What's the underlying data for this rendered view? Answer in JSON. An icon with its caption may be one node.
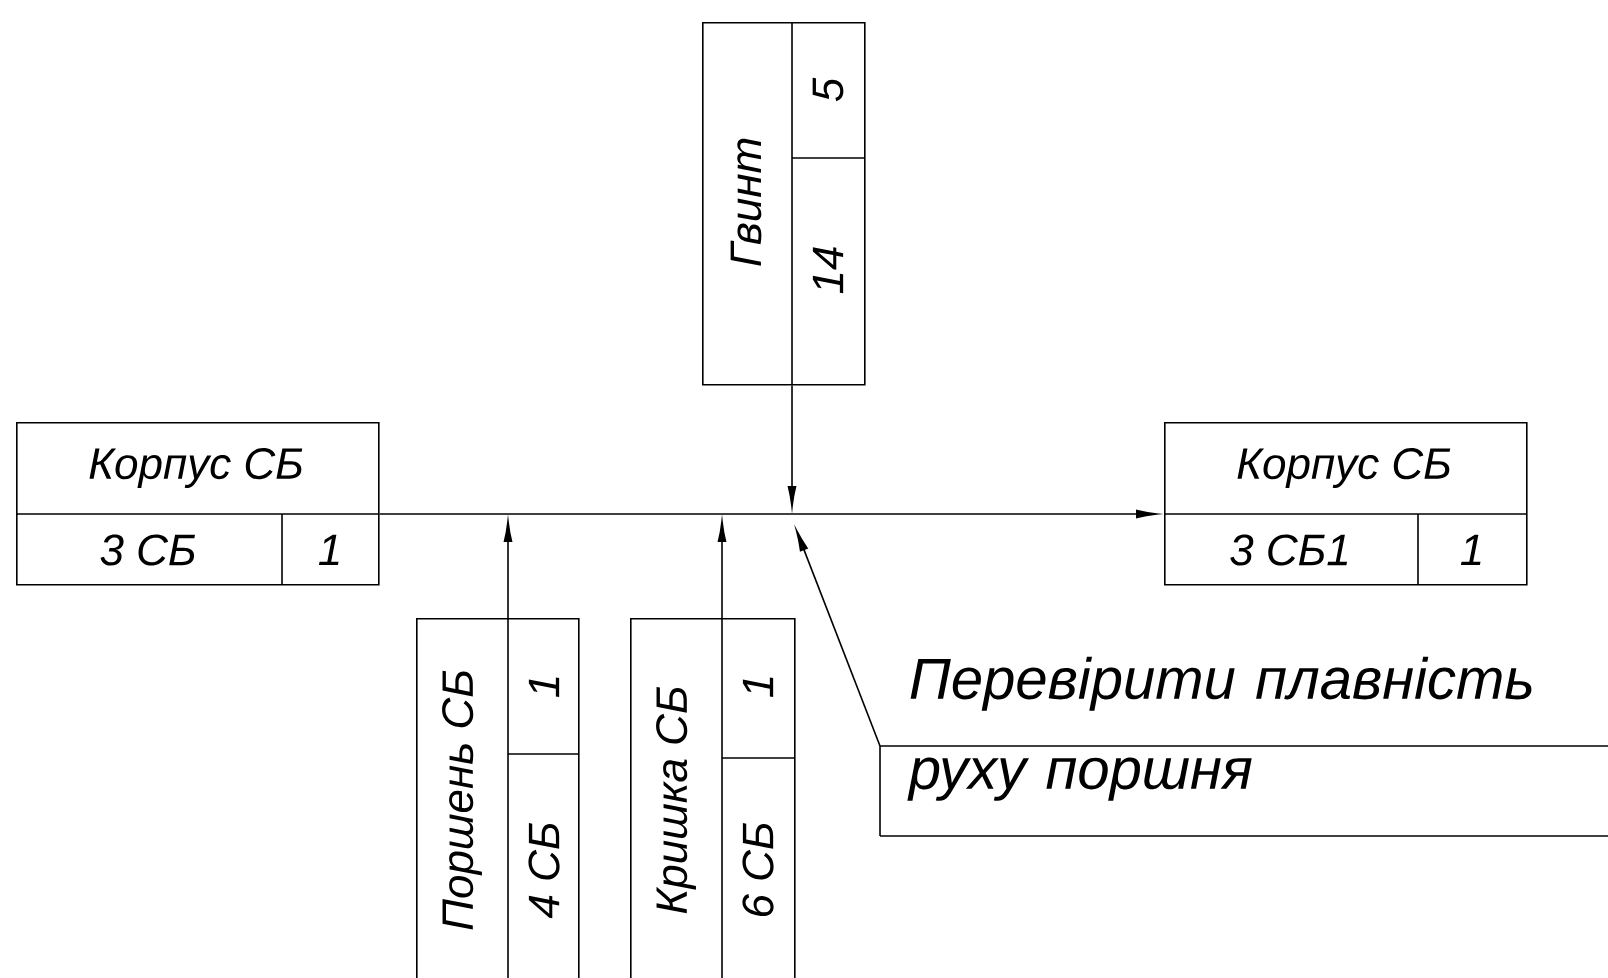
{
  "diagram": {
    "nodes": [
      {
        "text": [
          "Гвинт",
          "5",
          "14"
        ]
      },
      {
        "text": [
          "Корпус СБ",
          "3 СБ",
          "1"
        ]
      },
      {
        "text": [
          "Корпус СБ",
          "3 СБ1",
          "1"
        ]
      },
      {
        "text": [
          "Поршень СБ",
          "1",
          "4 СБ"
        ]
      },
      {
        "text": [
          "Кришка СБ",
          "1",
          "6 СБ"
        ]
      },
      {
        "text": [
          "Перевірити плавність руху поршня"
        ]
      }
    ],
    "edges": [
      {
        "from": 1,
        "to": 2,
        "arrow": "to"
      },
      {
        "from": 0,
        "to": null,
        "arrow": "to"
      },
      {
        "from": 3,
        "to": null,
        "arrow": "to"
      },
      {
        "from": 4,
        "to": null,
        "arrow": "to"
      },
      {
        "from": 5,
        "to": null,
        "arrow": "to"
      }
    ]
  }
}
